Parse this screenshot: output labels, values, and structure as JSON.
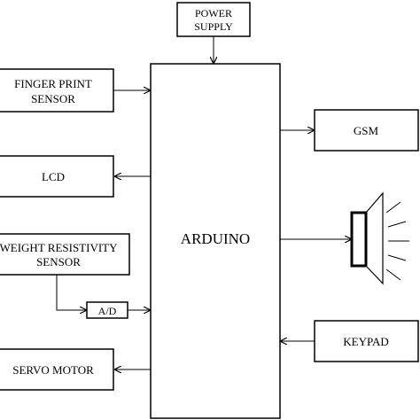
{
  "colors": {
    "stroke": "#000000",
    "background": "#ffffff"
  },
  "blocks": {
    "power_supply": {
      "lines": [
        "POWER",
        "SUPPLY"
      ]
    },
    "arduino": {
      "lines": [
        "ARDUINO"
      ]
    },
    "finger_print_sensor": {
      "lines": [
        "FINGER PRINT",
        "SENSOR"
      ]
    },
    "lcd": {
      "lines": [
        "LCD"
      ]
    },
    "weight_resistivity_sensor": {
      "lines": [
        "WEIGHT RESISTIVITY",
        "SENSOR"
      ]
    },
    "adc": {
      "lines": [
        "A/D"
      ]
    },
    "servo_motor": {
      "lines": [
        "SERVO MOTOR"
      ]
    },
    "gsm": {
      "lines": [
        "GSM"
      ]
    },
    "keypad": {
      "lines": [
        "KEYPAD"
      ]
    }
  },
  "icons": {
    "speaker": "speaker-icon"
  }
}
